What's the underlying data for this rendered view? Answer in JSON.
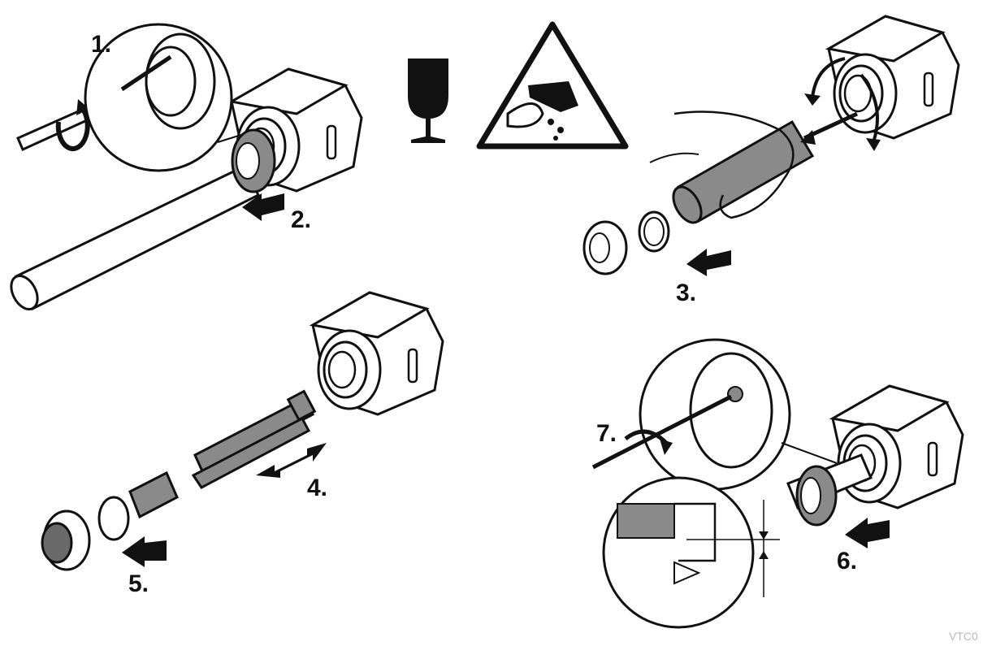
{
  "steps": [
    {
      "label": "1.",
      "description": "Loosen the retaining screw of the coupling ring with a screwdriver"
    },
    {
      "label": "2.",
      "description": "Pull the coupling ring off the tube"
    },
    {
      "label": "3.",
      "description": "Withdraw the glass tube by hand; remove coupling ring and O-ring"
    },
    {
      "label": "4.",
      "description": "Replace the UV lamp"
    },
    {
      "label": "5.",
      "description": "Push the O-ring, sleeve and coupling ring back on"
    },
    {
      "label": "6.",
      "description": "Push the coupling ring onto the housing"
    },
    {
      "label": "7.",
      "description": "Tighten the retaining screw"
    }
  ],
  "warnings": {
    "fragile_icon": "wine-glass-icon",
    "hazard_icon": "corrosive-warning-icon"
  },
  "footer": {
    "code": "VTC0"
  },
  "colors": {
    "line": "#111111",
    "grey_part": "#7f7f7f",
    "arrow": "#111111",
    "background": "#ffffff"
  }
}
